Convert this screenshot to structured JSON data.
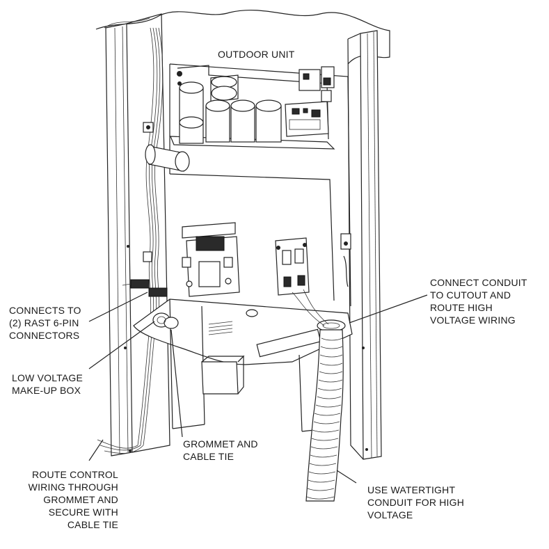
{
  "labels": {
    "outdoor_unit": "OUTDOOR UNIT",
    "connect_conduit": [
      "CONNECT CONDUIT",
      "TO CUTOUT AND",
      "ROUTE HIGH",
      "VOLTAGE WIRING"
    ],
    "connects_to": [
      "CONNECTS TO",
      "(2) RAST 6-PIN",
      "CONNECTORS"
    ],
    "low_voltage": [
      "LOW VOLTAGE",
      "MAKE-UP BOX"
    ],
    "grommet": [
      "GROMMET AND",
      "CABLE TIE"
    ],
    "route_control": [
      "ROUTE CONTROL",
      "WIRING THROUGH",
      "GROMMET AND",
      "SECURE WITH",
      "CABLE TIE"
    ],
    "watertight": [
      "USE WATERTIGHT",
      "CONDUIT FOR HIGH",
      "VOLTAGE"
    ]
  }
}
